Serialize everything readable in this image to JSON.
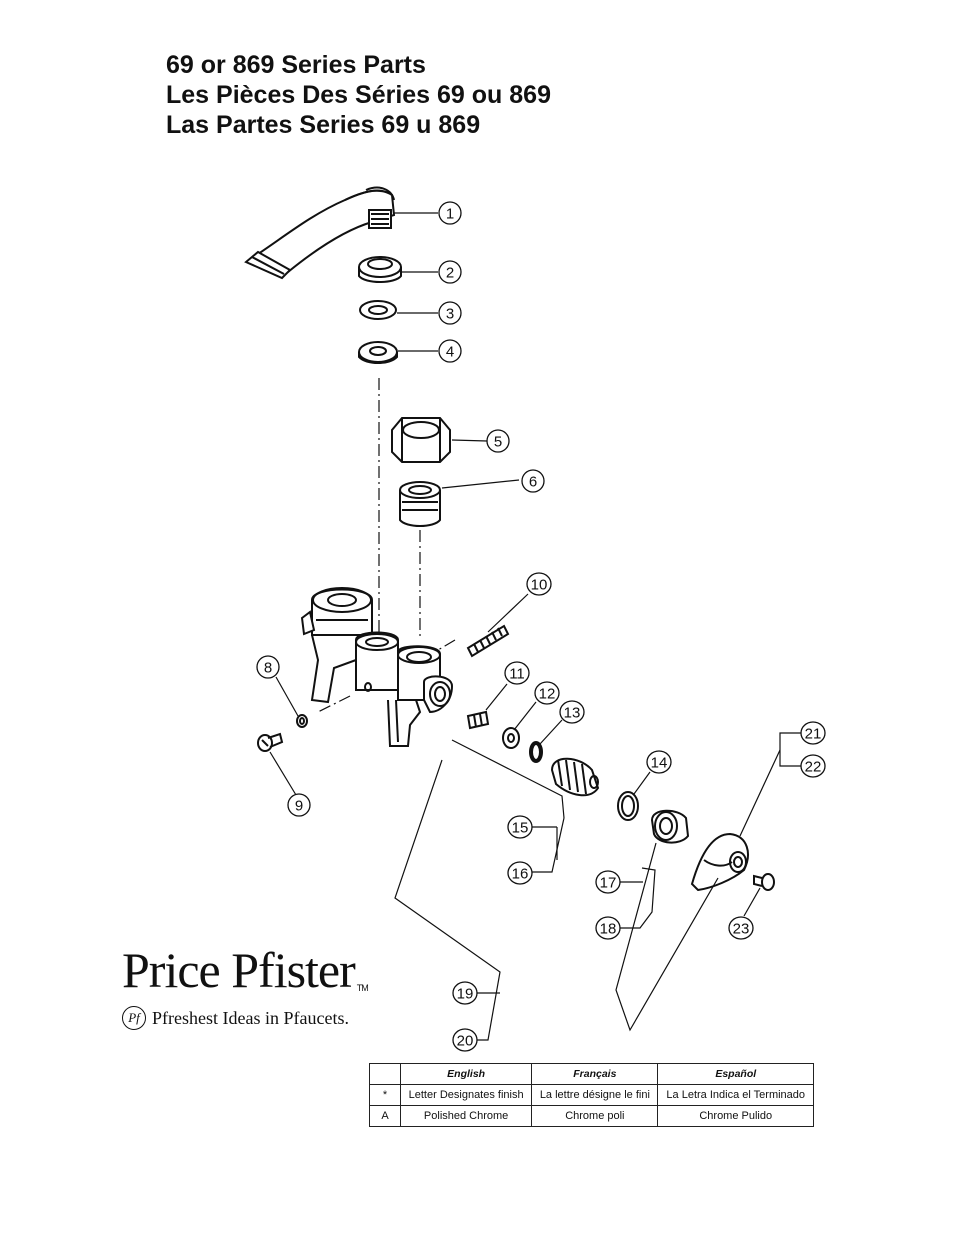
{
  "titles": {
    "en": "69 or 869 Series Parts",
    "fr": "Les Pièces Des Séries 69 ou 869",
    "es": "Las Partes Series 69 u 869"
  },
  "callouts": [
    "1",
    "2",
    "3",
    "4",
    "5",
    "6",
    "8",
    "9",
    "10",
    "11",
    "12",
    "13",
    "14",
    "15",
    "16",
    "17",
    "18",
    "19",
    "20",
    "21",
    "22",
    "23"
  ],
  "logo": {
    "wordmark": "Price Pfister",
    "trademark": "TM",
    "monogram": "Pf",
    "tagline": "Pfreshest Ideas in Pfaucets."
  },
  "finish_table": {
    "headers": [
      "",
      "English",
      "Français",
      "Español"
    ],
    "rows": [
      [
        "*",
        "Letter Designates finish",
        "La lettre désigne le fini",
        "La Letra Indica el Terminado"
      ],
      [
        "A",
        "Polished Chrome",
        "Chrome poli",
        "Chrome Pulido"
      ]
    ]
  }
}
